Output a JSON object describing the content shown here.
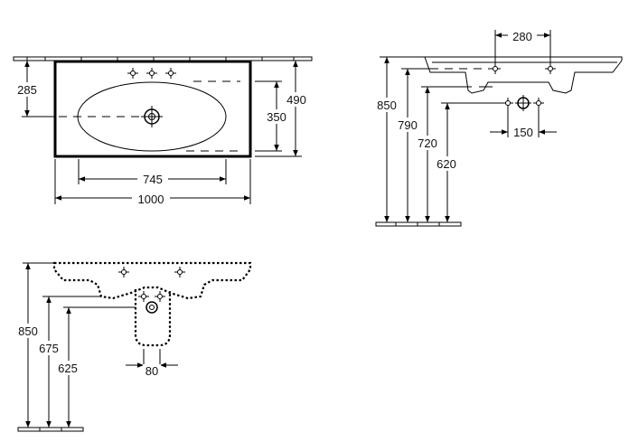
{
  "dimensions": {
    "top_view": {
      "depth_to_drain": "285",
      "bowl_depth": "350",
      "total_depth": "490",
      "bowl_width": "745",
      "total_width": "1000"
    },
    "side_view": {
      "tap_spacing": "280",
      "rim_height": "850",
      "drain_height": "790",
      "inlet_height": "720",
      "outlet_height": "620",
      "valve_spacing": "150"
    },
    "front_view": {
      "rim_height": "850",
      "inlet_height": "675",
      "outlet_height": "625",
      "pipe_width": "80"
    }
  }
}
